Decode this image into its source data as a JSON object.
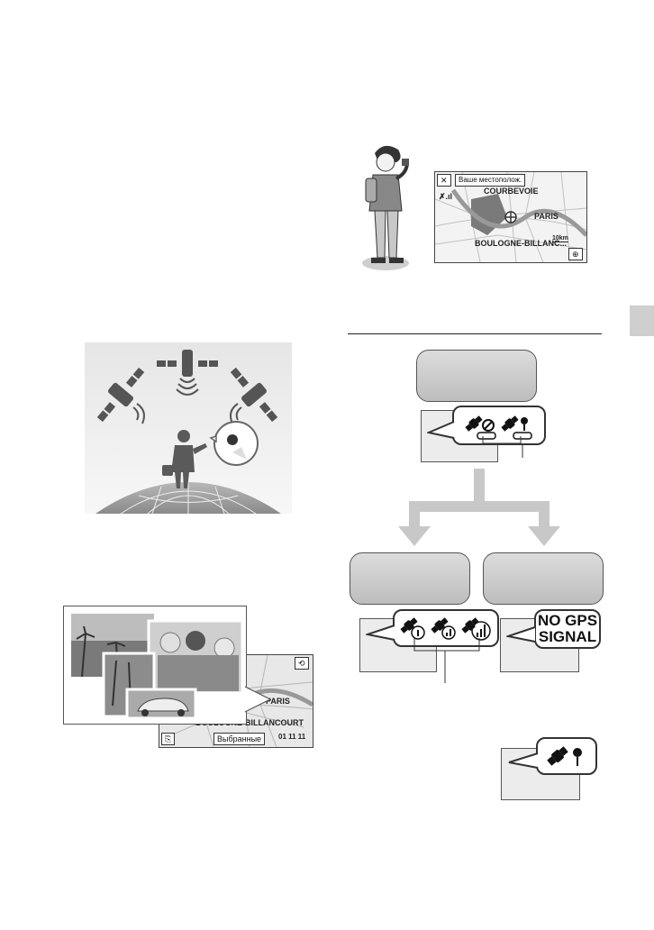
{
  "man_map": {
    "close_label": "✕",
    "title": "Ваше местополож.",
    "labels": [
      "COURBEVOIE",
      "PARIS",
      "BOULOGNE-BILLANC..."
    ],
    "scale": "10km"
  },
  "album": {
    "map_labels": [
      "PARIS",
      "BOULOGNE-BILLANCOURT"
    ],
    "favorites_label": "Выбранные",
    "date_label": "01 11 11"
  },
  "flow": {
    "no_gps_line1": "NO GPS",
    "no_gps_line2": "SIGNAL"
  },
  "icons": {
    "satellite": "satellite-icon",
    "no_signal": "no-signal-icon",
    "pin": "pin-icon",
    "bars": "signal-bars-icon"
  }
}
